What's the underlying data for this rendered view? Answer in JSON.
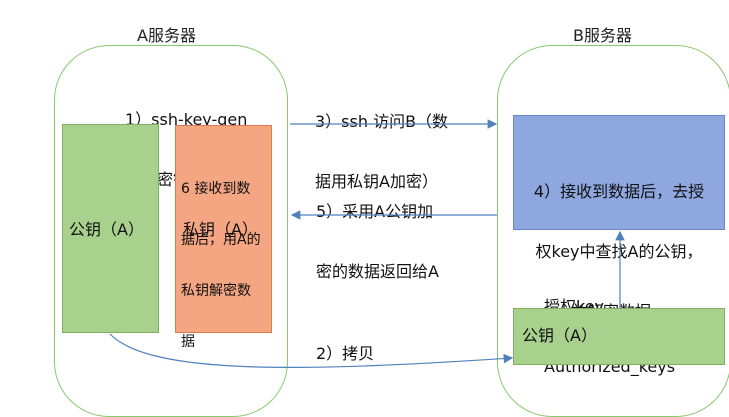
{
  "server_a": {
    "title": "A服务器"
  },
  "server_b": {
    "title": "B服务器"
  },
  "step1": {
    "line1": "1）ssh-key-gen",
    "line2": "生成密钥对"
  },
  "step3": {
    "line1": "3）ssh 访问B（数",
    "line2": "据用私钥A加密）"
  },
  "step4": {
    "line1": "4）接收到数据后，去授",
    "line2": "权key中查找A的公钥，",
    "line3": "并解密数据。"
  },
  "step5": {
    "line1": "5）采用A公钥加",
    "line2": "密的数据返回给A"
  },
  "step6": {
    "line1": "6 接收到数",
    "line2": "据后，用A的",
    "line3": "私钥解密数",
    "line4": "据"
  },
  "step2": {
    "label": "2）拷贝"
  },
  "public_key_a": {
    "label": "公钥（A）"
  },
  "private_key_a": {
    "label": "私钥（A）"
  },
  "public_key_b": {
    "label": "公钥（A）"
  },
  "authorized_keys": {
    "line1": "授权key",
    "line2": "Authorized_keys"
  },
  "colors": {
    "green": "#a9d18e",
    "orange": "#f4a582",
    "blue": "#8fa7df",
    "border": "#8bc870",
    "arrow": "#4f81bd"
  }
}
